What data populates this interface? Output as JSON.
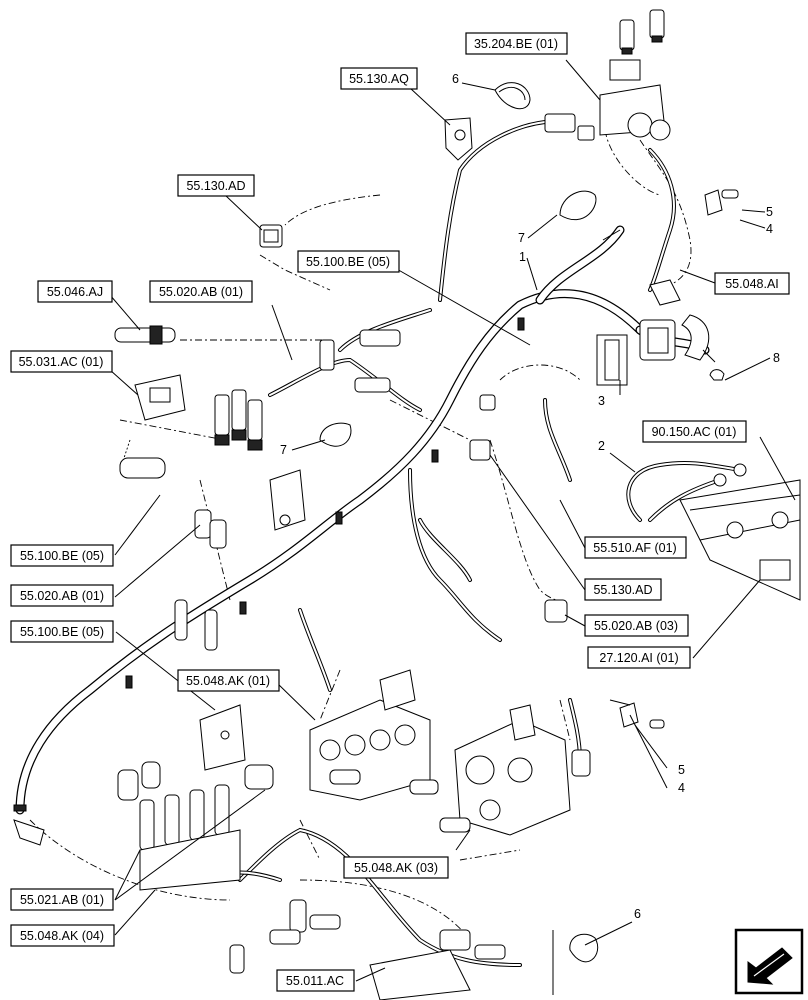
{
  "diagram": {
    "references": [
      {
        "id": "ref-35-204-be-01",
        "text": "35.204.BE (01)"
      },
      {
        "id": "ref-55-130-aq",
        "text": "55.130.AQ"
      },
      {
        "id": "ref-55-130-ad-top",
        "text": "55.130.AD"
      },
      {
        "id": "ref-55-100-be-05-top",
        "text": "55.100.BE (05)"
      },
      {
        "id": "ref-55-046-aj",
        "text": "55.046.AJ"
      },
      {
        "id": "ref-55-020-ab-01-top",
        "text": "55.020.AB (01)"
      },
      {
        "id": "ref-55-031-ac-01",
        "text": "55.031.AC (01)"
      },
      {
        "id": "ref-55-048-ai",
        "text": "55.048.AI"
      },
      {
        "id": "ref-90-150-ac-01",
        "text": "90.150.AC (01)"
      },
      {
        "id": "ref-55-100-be-05-left1",
        "text": "55.100.BE (05)"
      },
      {
        "id": "ref-55-020-ab-01-left",
        "text": "55.020.AB (01)"
      },
      {
        "id": "ref-55-100-be-05-left2",
        "text": "55.100.BE (05)"
      },
      {
        "id": "ref-55-510-af-01",
        "text": "55.510.AF (01)"
      },
      {
        "id": "ref-55-130-ad-right",
        "text": "55.130.AD"
      },
      {
        "id": "ref-55-020-ab-03",
        "text": "55.020.AB (03)"
      },
      {
        "id": "ref-27-120-ai-01",
        "text": "27.120.AI (01)"
      },
      {
        "id": "ref-55-048-ak-01",
        "text": "55.048.AK (01)"
      },
      {
        "id": "ref-55-048-ak-03",
        "text": "55.048.AK (03)"
      },
      {
        "id": "ref-55-021-ab-01",
        "text": "55.021.AB (01)"
      },
      {
        "id": "ref-55-048-ak-04",
        "text": "55.048.AK (04)"
      },
      {
        "id": "ref-55-011-ac",
        "text": "55.011.AC"
      }
    ],
    "item_numbers": [
      {
        "id": "num-6-top",
        "text": "6"
      },
      {
        "id": "num-5-top",
        "text": "5"
      },
      {
        "id": "num-4-top",
        "text": "4"
      },
      {
        "id": "num-7-right",
        "text": "7"
      },
      {
        "id": "num-1",
        "text": "1"
      },
      {
        "id": "num-8",
        "text": "8"
      },
      {
        "id": "num-3",
        "text": "3"
      },
      {
        "id": "num-2",
        "text": "2"
      },
      {
        "id": "num-7-left",
        "text": "7"
      },
      {
        "id": "num-5-bottom",
        "text": "5"
      },
      {
        "id": "num-4-bottom",
        "text": "4"
      },
      {
        "id": "num-6-bottom",
        "text": "6"
      }
    ],
    "nav_icon": "arrow-left-icon"
  }
}
